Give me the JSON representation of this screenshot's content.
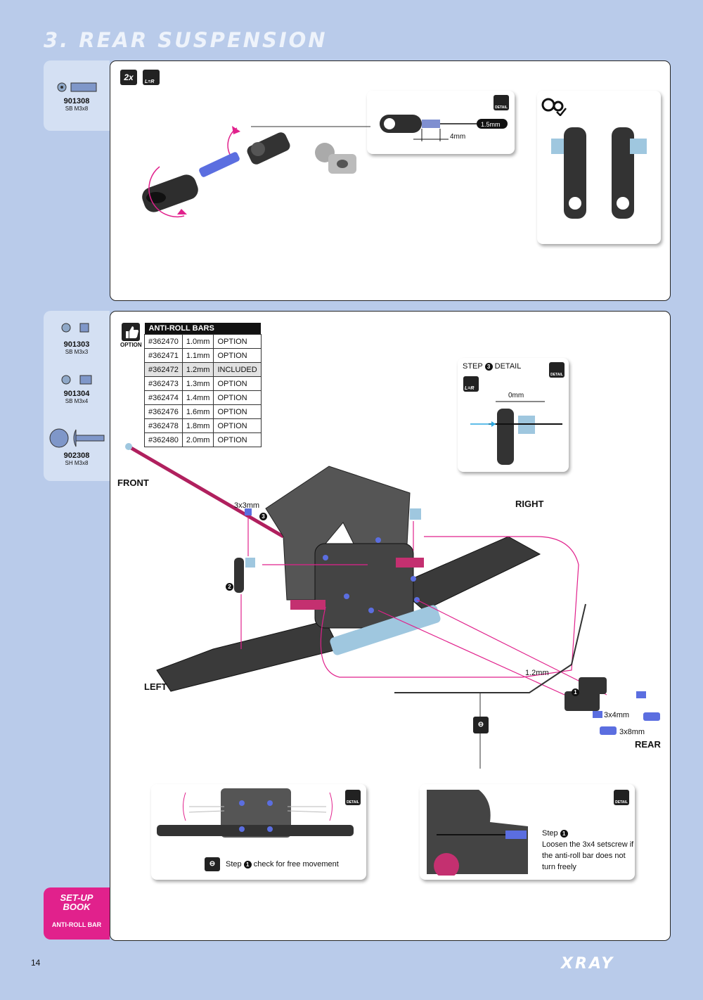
{
  "section_title": "3. REAR SUSPENSION",
  "page_number": "14",
  "brand": "XRAY",
  "step1": {
    "qty_badge": "2x",
    "lr_badge": "L=R",
    "parts": [
      {
        "no": "901308",
        "desc": "SB M3x8"
      }
    ],
    "detail_badge": "DETAIL",
    "tool_label": "1.5mm",
    "dim_label": "4mm"
  },
  "step2": {
    "parts": [
      {
        "no": "901303",
        "desc": "SB M3x3"
      },
      {
        "no": "901304",
        "desc": "SB M3x4"
      },
      {
        "no": "902308",
        "desc": "SH M3x8"
      }
    ],
    "option_label": "OPTION",
    "table": {
      "header": "ANTI-ROLL BARS",
      "rows": [
        [
          "#362470",
          "1.0mm",
          "OPTION"
        ],
        [
          "#362471",
          "1.1mm",
          "OPTION"
        ],
        [
          "#362472",
          "1.2mm",
          "INCLUDED"
        ],
        [
          "#362473",
          "1.3mm",
          "OPTION"
        ],
        [
          "#362474",
          "1.4mm",
          "OPTION"
        ],
        [
          "#362476",
          "1.6mm",
          "OPTION"
        ],
        [
          "#362478",
          "1.8mm",
          "OPTION"
        ],
        [
          "#362480",
          "2.0mm",
          "OPTION"
        ]
      ]
    },
    "step3_detail": "STEP",
    "step3_detail_suffix": "DETAIL",
    "zero_mm": "0mm",
    "lr_badge": "L=R",
    "detail_badge": "DETAIL",
    "labels": {
      "front": "FRONT",
      "right": "RIGHT",
      "left": "LEFT",
      "rear": "REAR",
      "setscrew": "3x3mm",
      "bar": "1.2mm",
      "screw4": "3x4mm",
      "screw8": "3x8mm"
    },
    "inset_left_text": "check for free movement",
    "inset_left_step": "Step",
    "inset_right_step": "Step",
    "inset_right_text": [
      "Loosen the 3x4 setscrew if",
      "the anti-roll bar does not",
      "turn freely"
    ]
  },
  "setup_book": {
    "line1": "SET-UP",
    "line2": "BOOK",
    "caption": "ANTI-ROLL BAR"
  },
  "colors": {
    "background": "#b9cbea",
    "tab": "#d4e0f3",
    "accent": "#e1218c",
    "light_blue": "#9fc7df"
  }
}
